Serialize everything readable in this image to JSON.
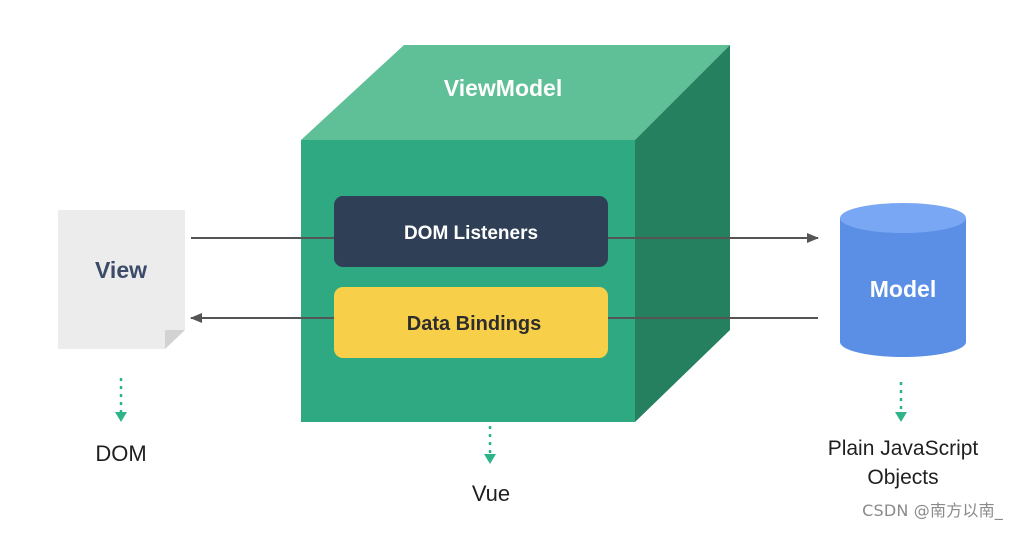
{
  "viewmodel": {
    "label": "ViewModel"
  },
  "dom_listeners": {
    "label": "DOM Listeners"
  },
  "data_bindings": {
    "label": "Data Bindings"
  },
  "view": {
    "label": "View",
    "caption": "DOM"
  },
  "model": {
    "label": "Model",
    "caption_line1": "Plain JavaScript",
    "caption_line2": "Objects"
  },
  "vue": {
    "caption": "Vue"
  },
  "watermark": "CSDN @南方以南_",
  "colors": {
    "cube_front": "#2ea982",
    "cube_top": "#5fbf97",
    "cube_side": "#24805f",
    "dom_listeners_box": "#2f3f56",
    "data_bindings_box": "#f7cf49",
    "view_doc": "#ececec",
    "model_body": "#5b8fe6",
    "model_top": "#79a7f3",
    "arrow": "#555555",
    "dotted_arrow": "#2fb38a"
  }
}
